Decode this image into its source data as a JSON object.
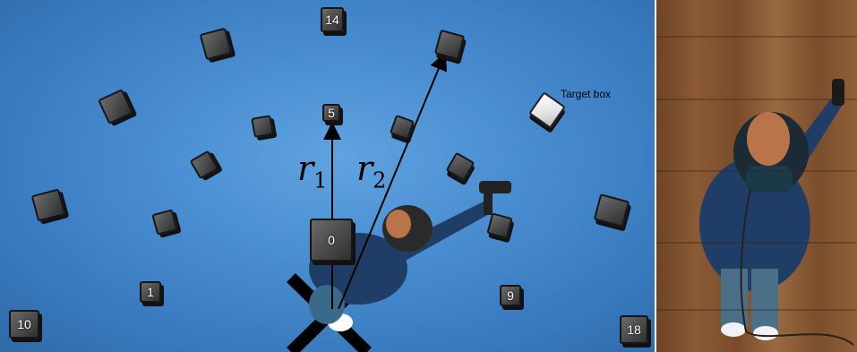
{
  "scene": {
    "background_color": "#4a8fd1",
    "cube_color": "#4a4a4a",
    "target_cube_color": "#f0f0f0"
  },
  "cubes": [
    {
      "id": "14",
      "label": "14"
    },
    {
      "id": "5",
      "label": "5"
    },
    {
      "id": "0",
      "label": "0"
    },
    {
      "id": "1",
      "label": "1"
    },
    {
      "id": "10",
      "label": "10"
    },
    {
      "id": "9",
      "label": "9"
    },
    {
      "id": "18",
      "label": "18"
    }
  ],
  "target": {
    "label": "Target box"
  },
  "radii": {
    "r1": {
      "symbol": "r",
      "subscript": "1"
    },
    "r2": {
      "symbol": "r",
      "subscript": "2"
    }
  },
  "photo": {
    "description_icon": "person-with-vr-headset-photo"
  }
}
